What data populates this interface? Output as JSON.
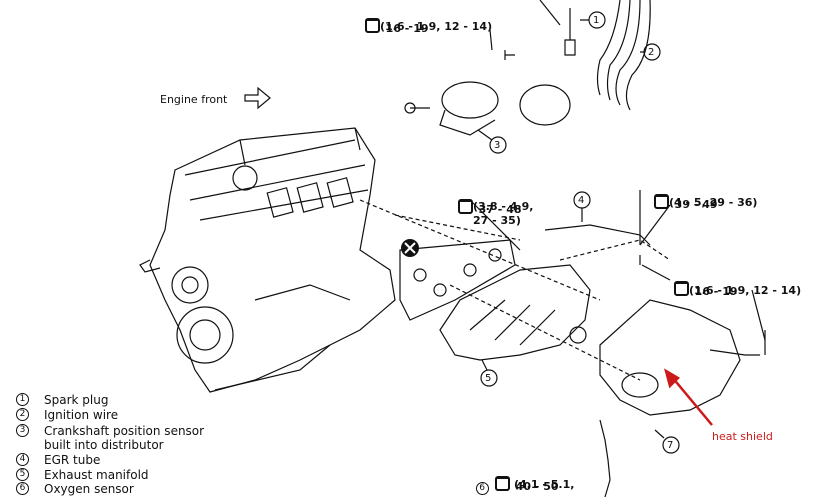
{
  "labels": {
    "engine_front": "Engine front",
    "heat_shield": "heat shield"
  },
  "torque_specs": [
    {
      "line1": "16 - 19",
      "line2": "(1.6 - 1.9, 12 - 14)"
    },
    {
      "line1": "37 - 48",
      "line2": "(3.8 - 4.9,",
      "line3": "27 - 35)"
    },
    {
      "line1": "39 - 49",
      "line2": "(4 - 5, 29 - 36)"
    },
    {
      "line1": "16 - 19",
      "line2": "(1.6 - 1.9, 12 - 14)"
    },
    {
      "line1": "40 - 50",
      "line2": "(4.1 - 5.1,"
    }
  ],
  "callouts": [
    "1",
    "2",
    "3",
    "4",
    "5",
    "6",
    "7"
  ],
  "legend": [
    {
      "num": "1",
      "text": "Spark plug"
    },
    {
      "num": "2",
      "text": "Ignition wire"
    },
    {
      "num": "3",
      "text": "Crankshaft position sensor"
    },
    {
      "num": "",
      "text": "built into distributor"
    },
    {
      "num": "4",
      "text": "EGR tube"
    },
    {
      "num": "5",
      "text": "Exhaust manifold"
    },
    {
      "num": "6",
      "text": "Oxygen sensor"
    }
  ],
  "colors": {
    "annotation": "#cc1a1a",
    "ink": "#111111"
  }
}
